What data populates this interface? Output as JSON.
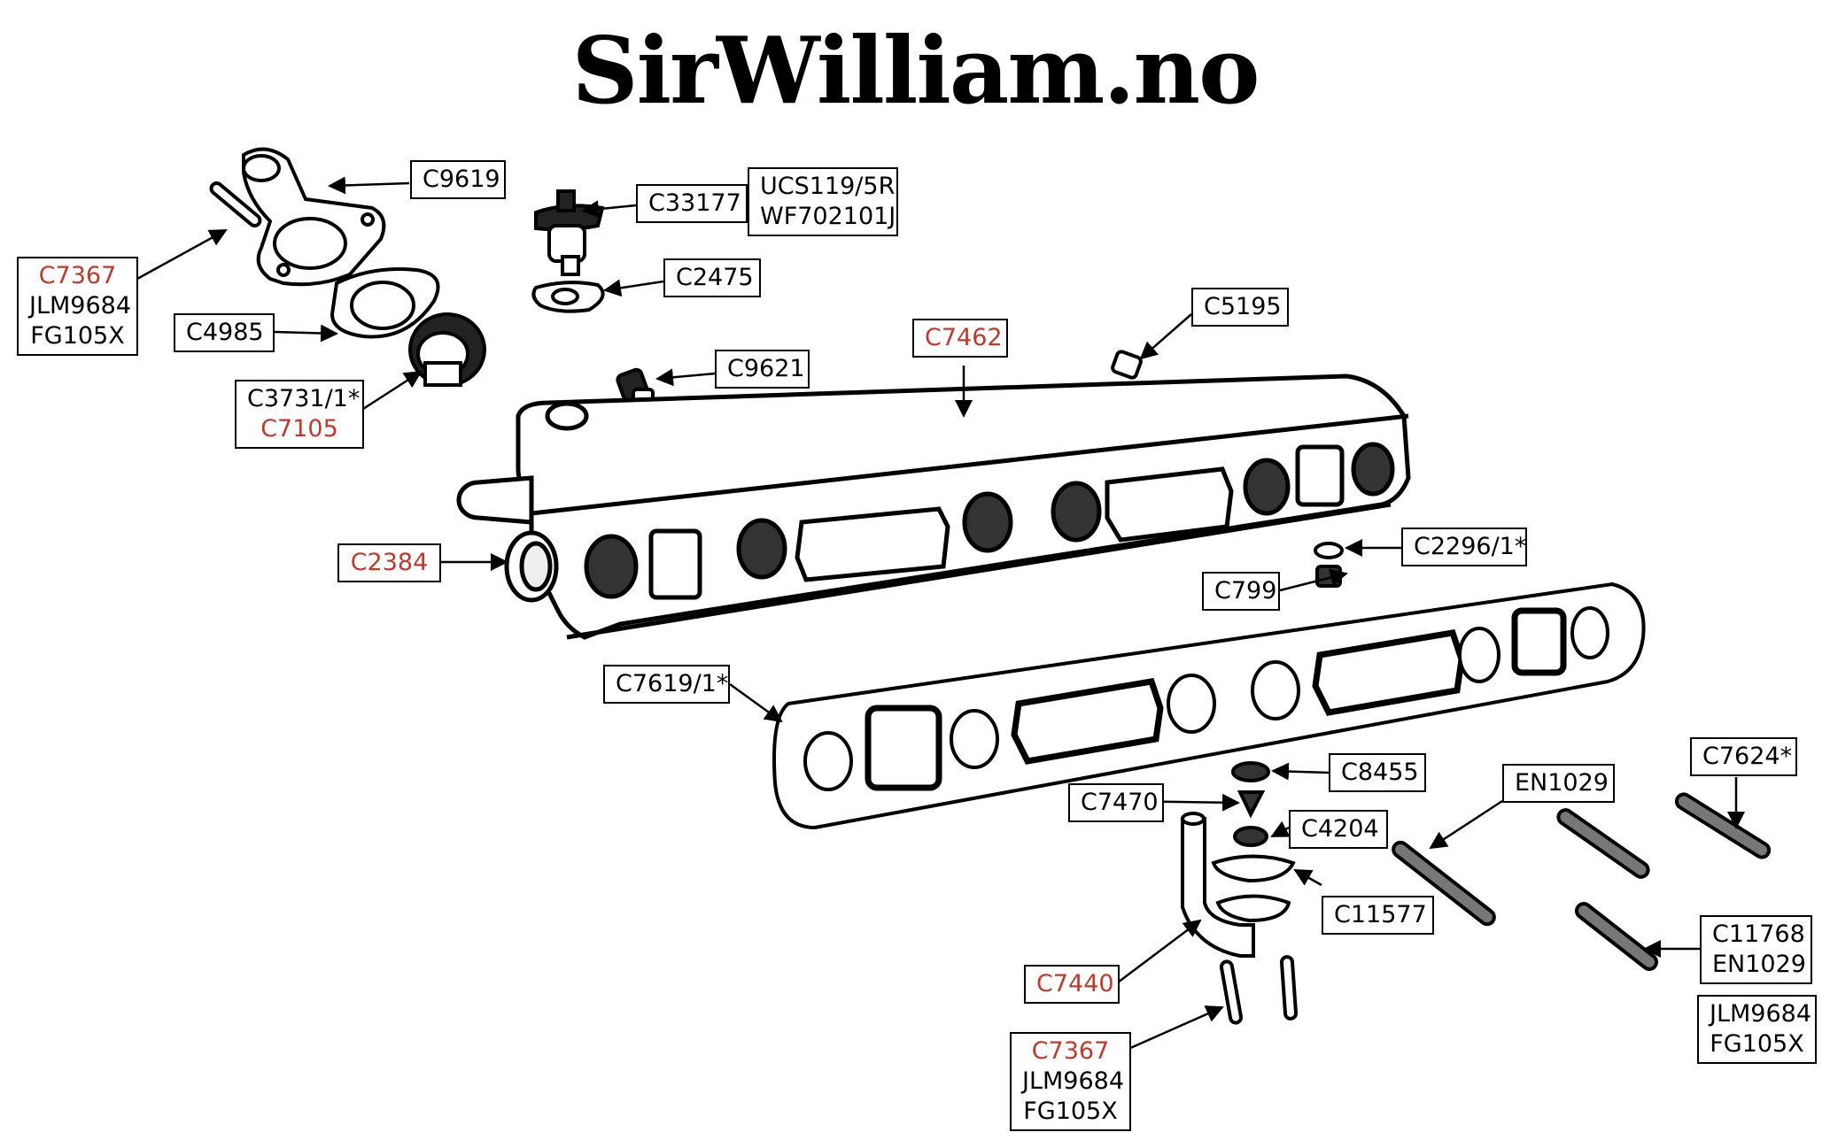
{
  "title": "SirWilliam.no",
  "colors": {
    "highlight": "#c0392b",
    "text": "#000000",
    "background": "#ffffff"
  },
  "labels": {
    "c9619": [
      "C9619"
    ],
    "c33177": [
      "C33177"
    ],
    "ucs119": [
      "UCS119/5R",
      "WF702101J"
    ],
    "c2475": [
      "C2475"
    ],
    "c7367_top": [
      "C7367",
      "JLM9684",
      "FG105X"
    ],
    "c4985": [
      "C4985"
    ],
    "c3731": [
      "C3731/1*",
      "C7105"
    ],
    "c9621": [
      "C9621"
    ],
    "c7462": [
      "C7462"
    ],
    "c5195": [
      "C5195"
    ],
    "c2384": [
      "C2384"
    ],
    "c2296": [
      "C2296/1*"
    ],
    "c799": [
      "C799"
    ],
    "c7619": [
      "C7619/1*"
    ],
    "c8455": [
      "C8455"
    ],
    "c7470": [
      "C7470"
    ],
    "c4204": [
      "C4204"
    ],
    "c11577": [
      "C11577"
    ],
    "en1029": [
      "EN1029"
    ],
    "c7624": [
      "C7624*"
    ],
    "c11768": [
      "C11768",
      "EN1029"
    ],
    "jlm_right": [
      "JLM9684",
      "FG105X"
    ],
    "c7440": [
      "C7440"
    ],
    "c7367_bottom": [
      "C7367",
      "JLM9684",
      "FG105X"
    ]
  }
}
